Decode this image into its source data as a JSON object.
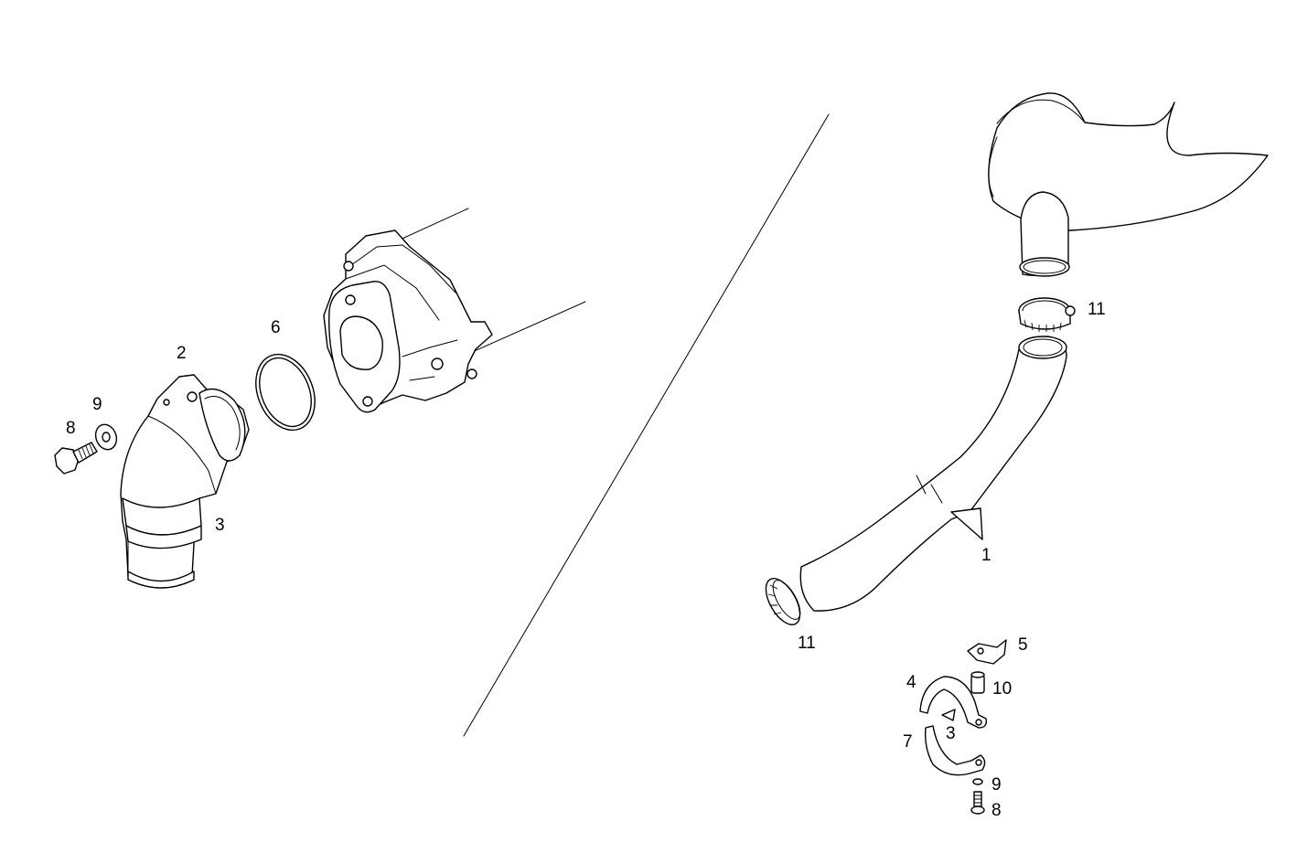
{
  "diagram": {
    "line_color": "#000000",
    "background": "#ffffff",
    "labels": {
      "part_1": "1",
      "part_2": "2",
      "part_3_left": "3",
      "part_6": "6",
      "part_8_left": "8",
      "part_9_left": "9",
      "part_11_top": "11",
      "part_11_bottom": "11",
      "part_5": "5",
      "part_4": "4",
      "part_10": "10",
      "part_3_right": "3",
      "part_7": "7",
      "part_9_right": "9",
      "part_8_right": "8"
    }
  }
}
